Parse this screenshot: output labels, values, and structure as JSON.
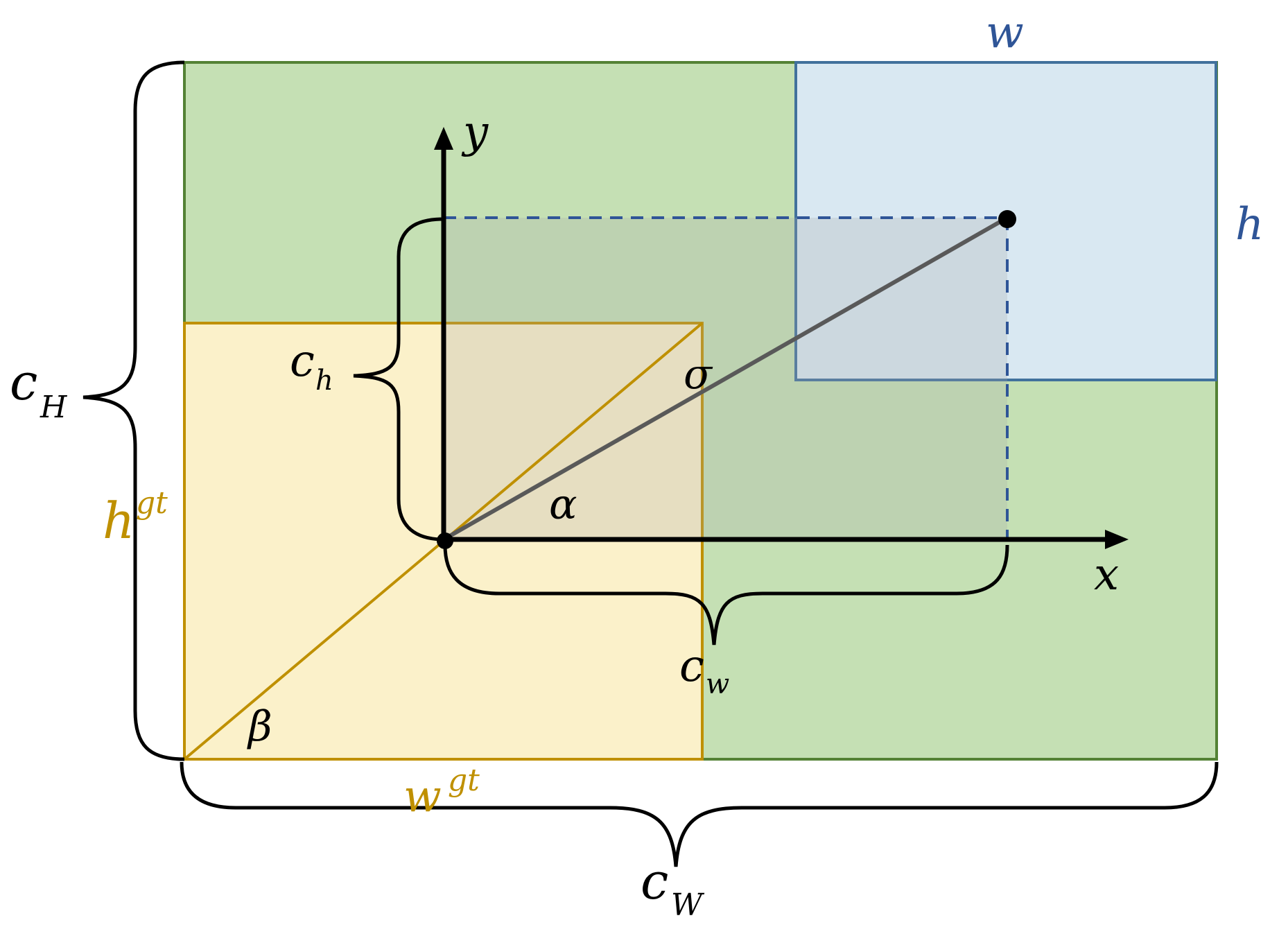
{
  "labels": {
    "w": "w",
    "h": "h",
    "x_axis": "x",
    "y_axis": "y",
    "c_h": {
      "base": "c",
      "sub": "h"
    },
    "c_H": {
      "base": "c",
      "sub": "H"
    },
    "c_w": {
      "base": "c",
      "sub": "w"
    },
    "c_W": {
      "base": "c",
      "sub": "W"
    },
    "h_gt": {
      "base": "h",
      "sup": "gt"
    },
    "w_gt": {
      "base": "w",
      "sup": "gt"
    },
    "alpha": "α",
    "beta": "β",
    "sigma": "σ"
  },
  "colors": {
    "green_fill": "#c5e0b4",
    "green_stroke": "#548235",
    "yellow_fill": "#fff2cc",
    "yellow_stroke": "#bf9000",
    "blue_fill": "#dae8f7",
    "blue_stroke": "#41719c",
    "blue_text": "#2f5597",
    "gold_text": "#bf9000",
    "dash": "#2f5597",
    "line_gray": "#595959",
    "black": "#000000"
  }
}
